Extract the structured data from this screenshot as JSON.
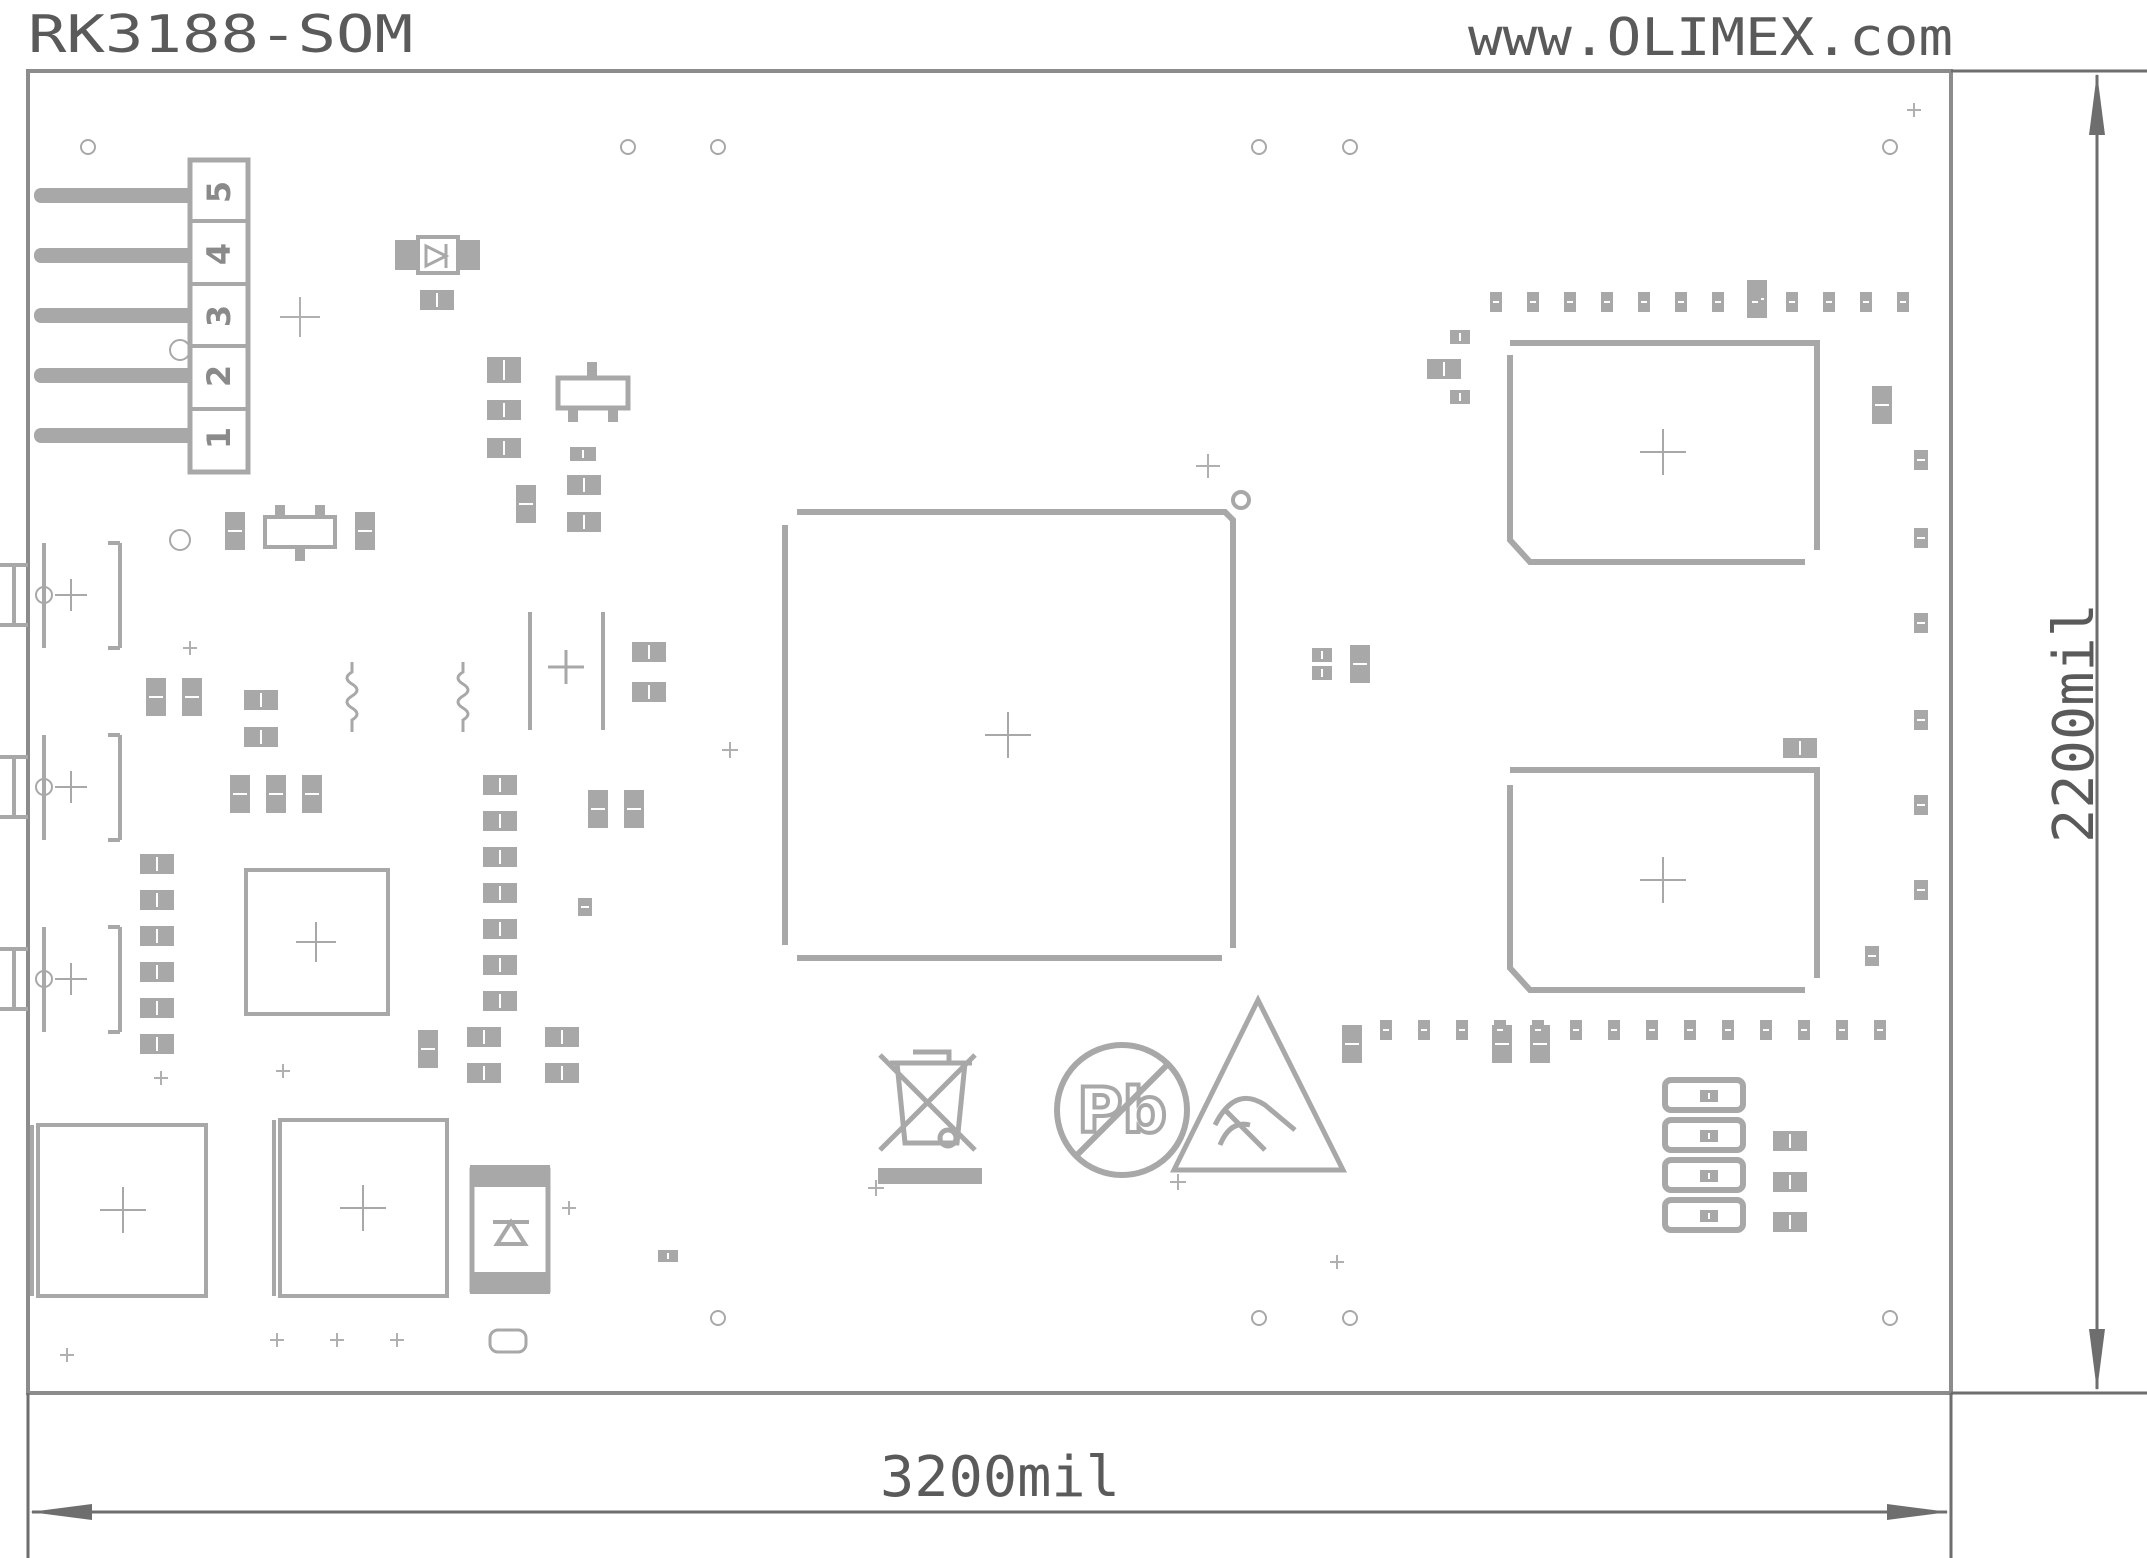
{
  "board": {
    "name": "RK3188-SOM",
    "website": "www.OLIMEX.com"
  },
  "dimensions": {
    "width_label": "3200mil",
    "height_label": "2200mil"
  },
  "connector": {
    "pins": [
      "1",
      "2",
      "3",
      "4",
      "5"
    ]
  },
  "chip_markings": {
    "pb_free": "Pb"
  },
  "colors": {
    "outline": "#8c8c8c",
    "component": "#a8a8a8",
    "pad": "#a8a8a8",
    "text": "#5a5a5a",
    "background": "#ffffff"
  },
  "icons": [
    "weee-bin-icon",
    "lead-free-icon",
    "esd-warning-icon"
  ]
}
